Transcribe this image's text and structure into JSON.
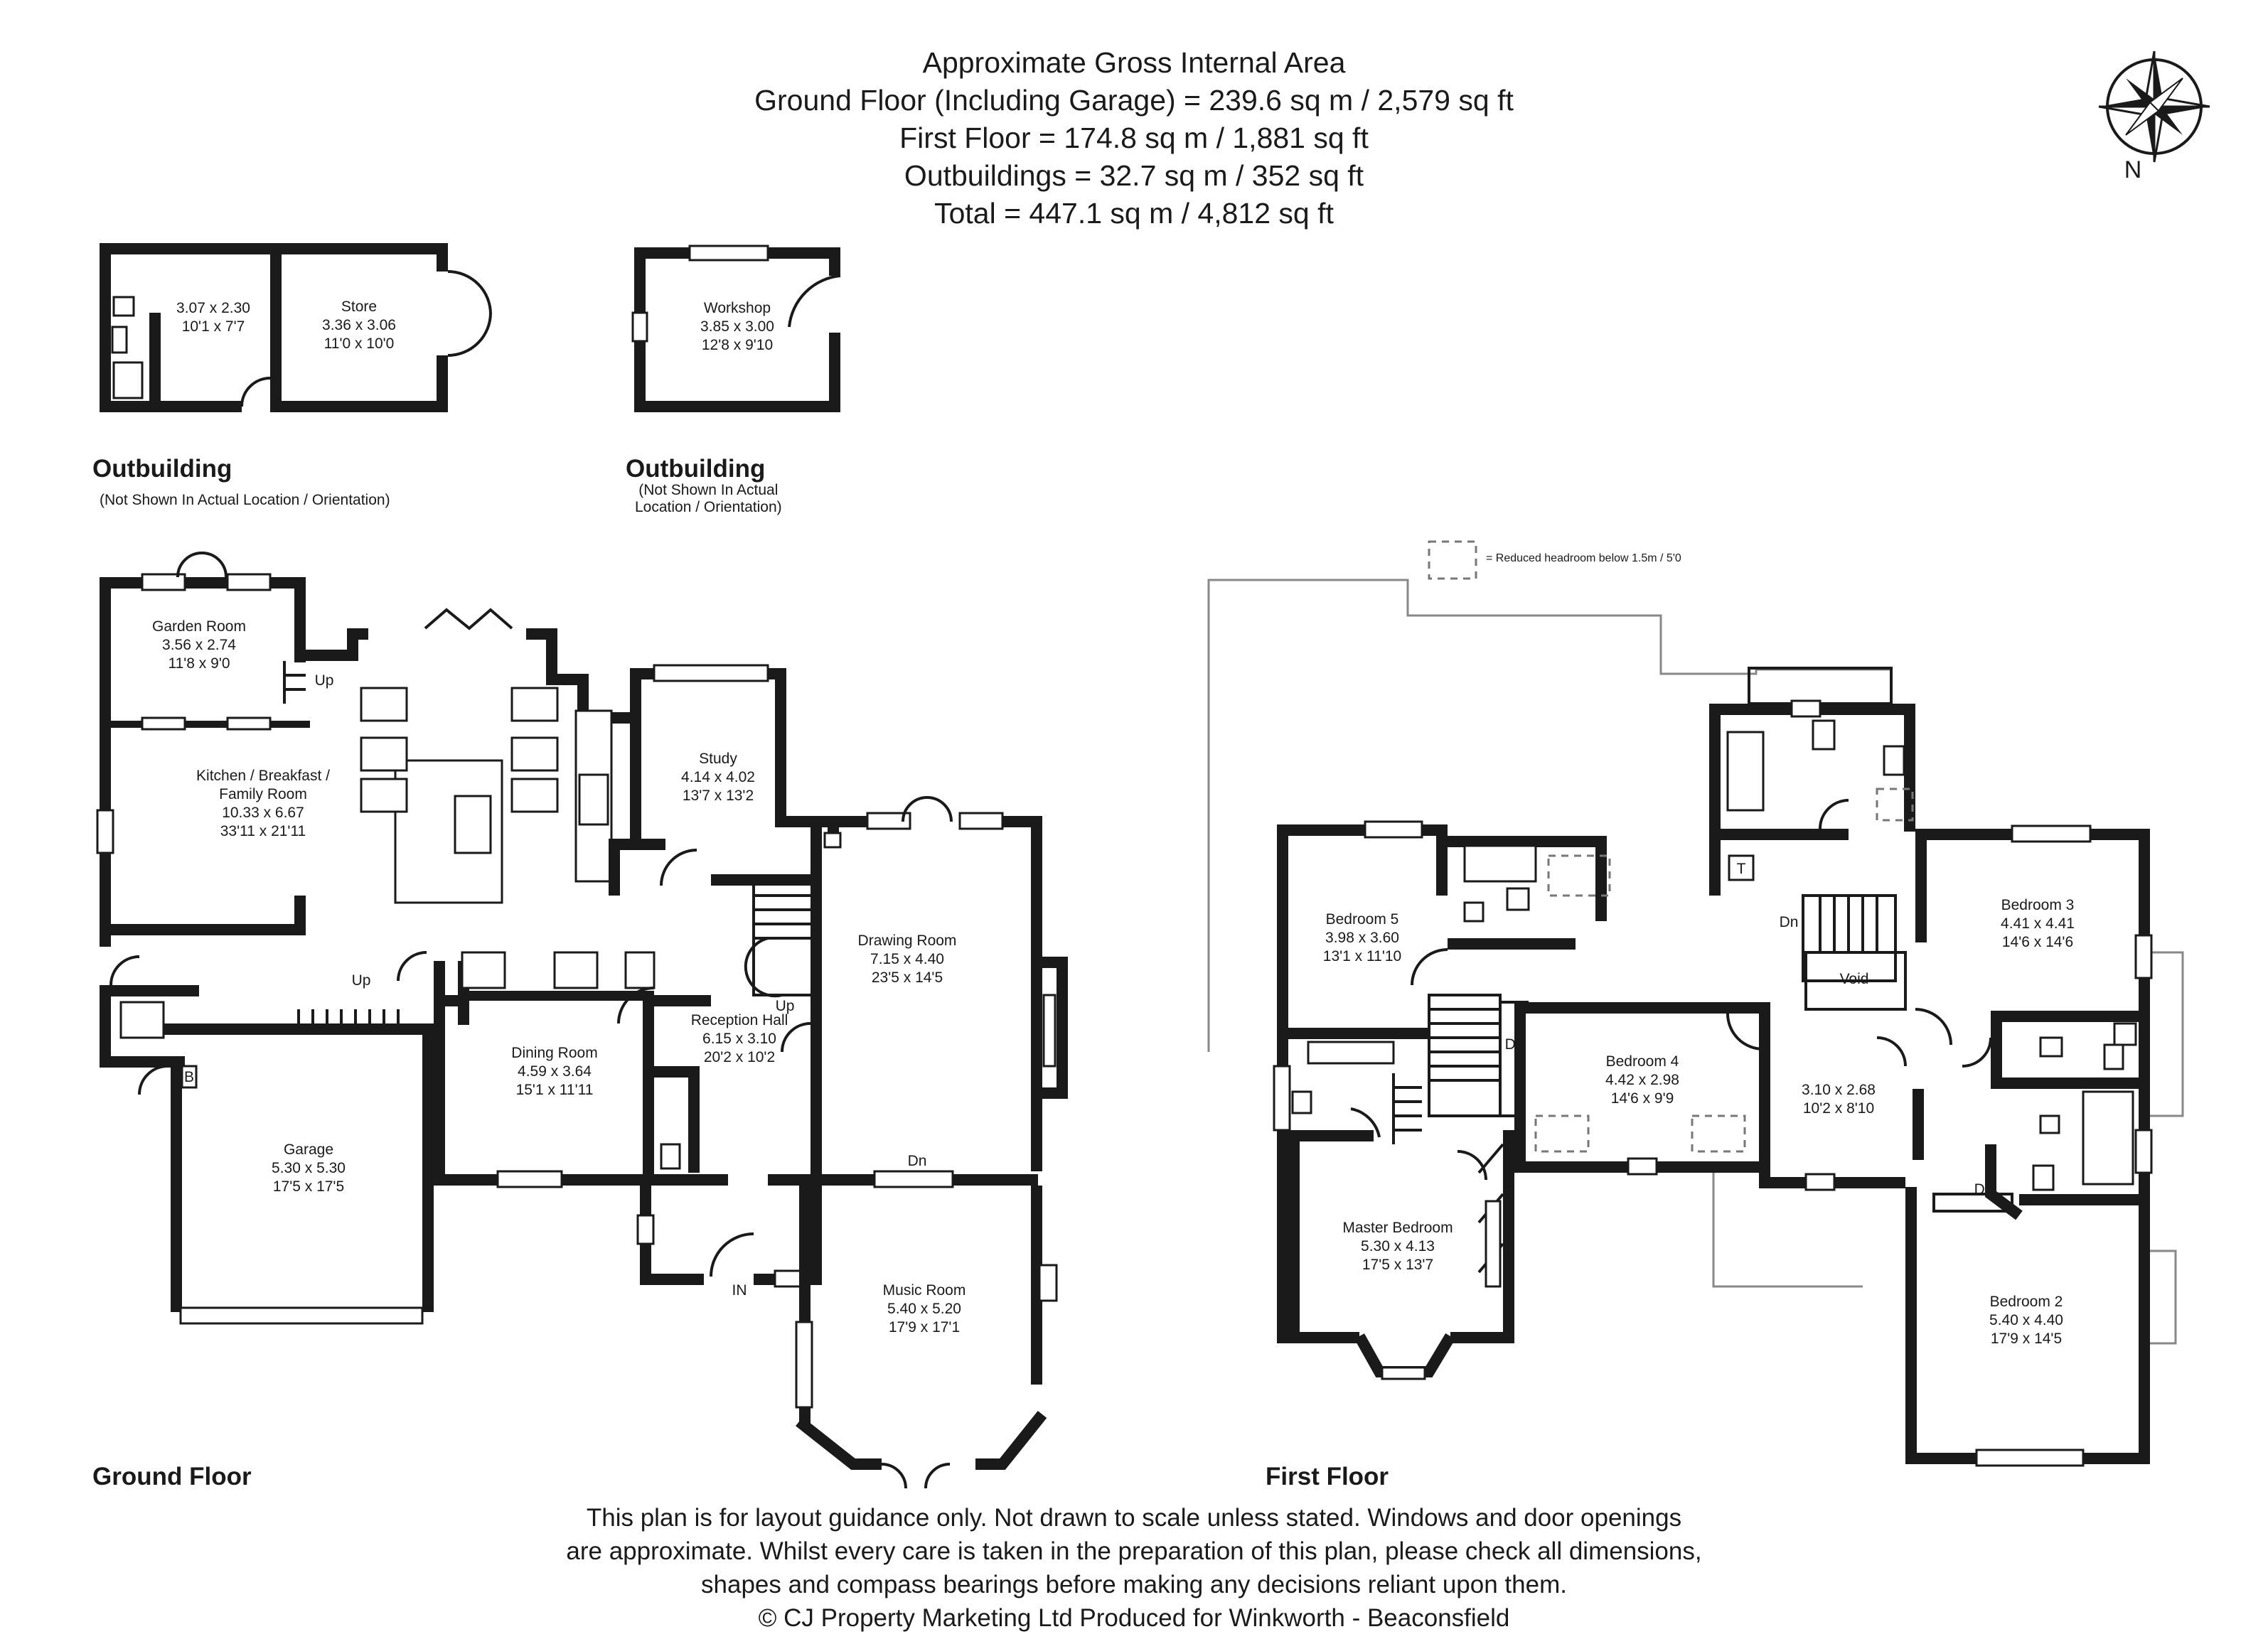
{
  "header": {
    "line1": "Approximate Gross Internal Area",
    "line2": "Ground Floor (Including Garage) = 239.6 sq m / 2,579 sq ft",
    "line3": "First Floor = 174.8 sq m / 1,881 sq ft",
    "line4": "Outbuildings = 32.7 sq m / 352 sq ft",
    "line5": "Total = 447.1 sq m / 4,812 sq ft"
  },
  "compass": {
    "label": "N"
  },
  "outbuilding_1": {
    "title": "Outbuilding",
    "note": "(Not Shown In Actual Location / Orientation)",
    "room_a": {
      "metric": "3.07 x 2.30",
      "imperial": "10'1 x 7'7"
    },
    "store": {
      "name": "Store",
      "metric": "3.36 x 3.06",
      "imperial": "11'0 x 10'0"
    }
  },
  "outbuilding_2": {
    "title": "Outbuilding",
    "note_line1": "(Not Shown In Actual",
    "note_line2": "Location / Orientation)",
    "workshop": {
      "name": "Workshop",
      "metric": "3.85 x 3.00",
      "imperial": "12'8 x 9'10"
    }
  },
  "legend": {
    "text": "= Reduced headroom below 1.5m / 5'0"
  },
  "ground_floor": {
    "title": "Ground Floor",
    "garden_room": {
      "name": "Garden Room",
      "metric": "3.56 x 2.74",
      "imperial": "11'8 x 9'0"
    },
    "kitchen": {
      "name_line1": "Kitchen / Breakfast /",
      "name_line2": "Family  Room",
      "metric": "10.33 x 6.67",
      "imperial": "33'11 x 21'11"
    },
    "study": {
      "name": "Study",
      "metric": "4.14 x 4.02",
      "imperial": "13'7 x 13'2"
    },
    "drawing_room": {
      "name": "Drawing Room",
      "metric": "7.15 x 4.40",
      "imperial": "23'5 x 14'5"
    },
    "reception_hall": {
      "name": "Reception Hall",
      "metric": "6.15 x 3.10",
      "imperial": "20'2 x 10'2"
    },
    "dining_room": {
      "name": "Dining Room",
      "metric": "4.59 x 3.64",
      "imperial": "15'1 x 11'11"
    },
    "garage": {
      "name": "Garage",
      "metric": "5.30 x 5.30",
      "imperial": "17'5 x 17'5"
    },
    "music_room": {
      "name": "Music Room",
      "metric": "5.40 x 5.20",
      "imperial": "17'9 x 17'1"
    },
    "up1": "Up",
    "up2": "Up",
    "up3": "Up",
    "dn": "Dn",
    "in": "IN",
    "boiler": "B"
  },
  "first_floor": {
    "title": "First Floor",
    "bedroom5": {
      "name": "Bedroom 5",
      "metric": "3.98 x 3.60",
      "imperial": "13'1 x 11'10"
    },
    "bedroom4": {
      "name": "Bedroom 4",
      "metric": "4.42 x 2.98",
      "imperial": "14'6 x 9'9"
    },
    "bedroom3": {
      "name": "Bedroom 3",
      "metric": "4.41 x 4.41",
      "imperial": "14'6 x 14'6"
    },
    "landing_room": {
      "metric": "3.10 x 2.68",
      "imperial": "10'2 x 8'10"
    },
    "master": {
      "name": "Master Bedroom",
      "metric": "5.30 x 4.13",
      "imperial": "17'5 x 13'7"
    },
    "bedroom2": {
      "name": "Bedroom 2",
      "metric": "5.40 x 4.40",
      "imperial": "17'9 x 14'5"
    },
    "void": "Void",
    "dn1": "Dn",
    "dn2": "Dn",
    "dn3": "Dn",
    "tank": "T"
  },
  "footer": {
    "line1": "This plan is for layout guidance only. Not drawn to scale unless stated. Windows and door openings",
    "line2": "are approximate. Whilst every care is taken in the preparation of this plan, please check all dimensions,",
    "line3": "shapes and compass bearings before making any decisions reliant upon them.",
    "line4": "© CJ Property Marketing Ltd Produced for Winkworth - Beaconsfield"
  }
}
